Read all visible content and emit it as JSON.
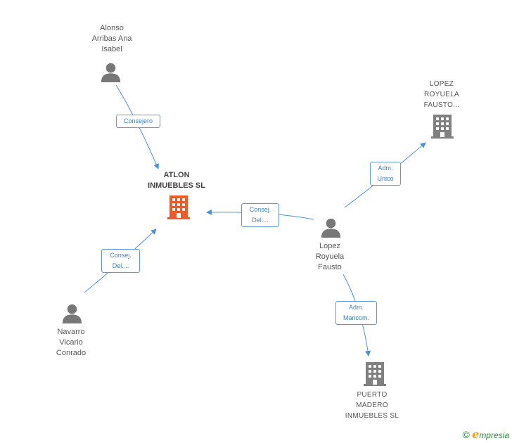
{
  "nodes": {
    "alonso": {
      "label": "Alonso\nArribas Ana\nIsabel",
      "type": "person"
    },
    "atlon": {
      "label": "ATLON\nINMUEBLES SL",
      "type": "company-main"
    },
    "lopez_company": {
      "label": "LOPEZ\nROYUELA\nFAUSTO...",
      "type": "company"
    },
    "lopez_person": {
      "label": "Lopez\nRoyuela\nFausto",
      "type": "person"
    },
    "navarro": {
      "label": "Navarro\nVicario\nConrado",
      "type": "person"
    },
    "puerto": {
      "label": "PUERTO\nMADERO\nINMUEBLES SL",
      "type": "company"
    }
  },
  "edges": {
    "consejero": {
      "label": "Consejero"
    },
    "consej_lopez": {
      "label": "Consej.\nDel...."
    },
    "consej_navarro": {
      "label": "Consej.\nDel...."
    },
    "adm_unico": {
      "label": "Adm.\nUnico"
    },
    "adm_mancom": {
      "label": "Adm.\nMancom."
    }
  },
  "brand": {
    "copyright": "©",
    "first_letter": "e",
    "rest": "mpresia"
  },
  "colors": {
    "edge": "#4a90d9",
    "person": "#777777",
    "company": "#808080",
    "main_company": "#f05a28",
    "badge_border": "#5b9bd5"
  }
}
